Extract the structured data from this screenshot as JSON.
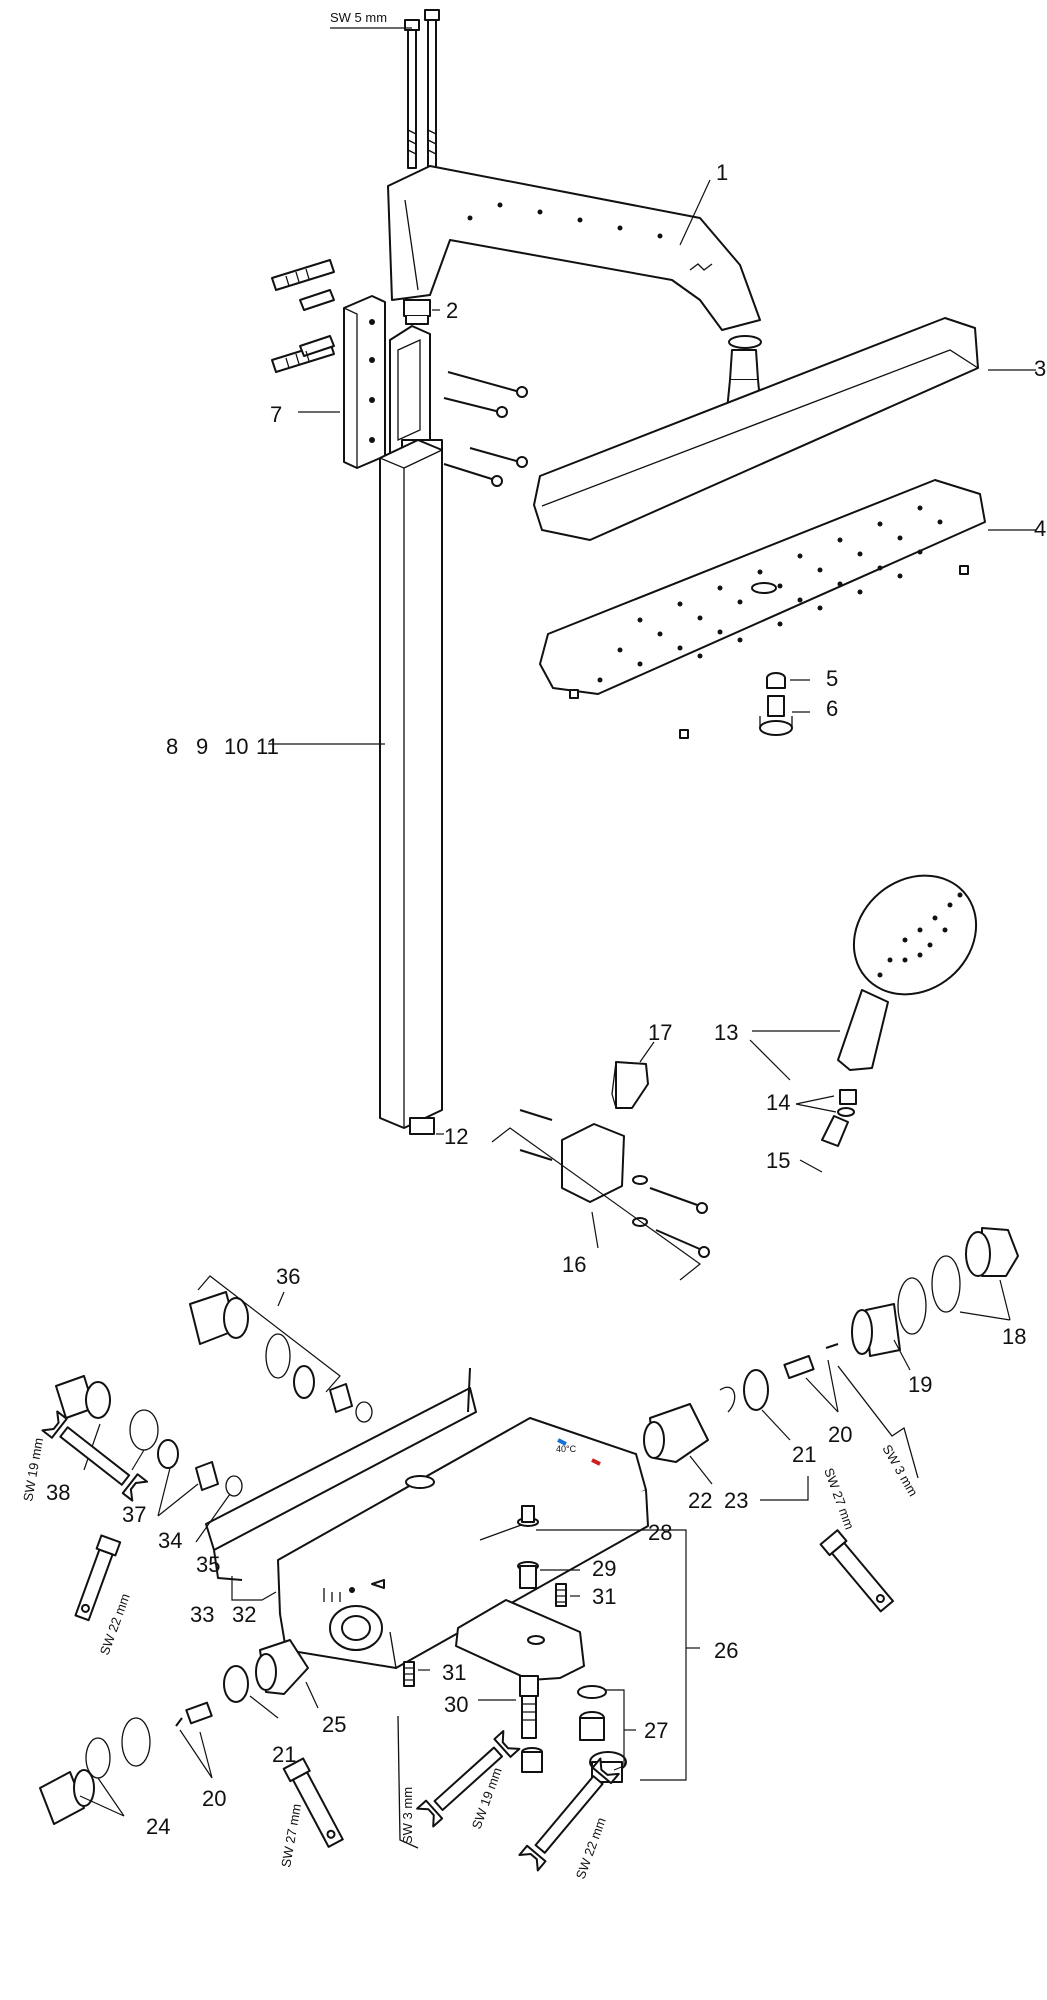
{
  "labels": {
    "l1": "1",
    "l2": "2",
    "l3": "3",
    "l4": "4",
    "l5": "5",
    "l6": "6",
    "l7": "7",
    "l8": "8",
    "l9": "9",
    "l10": "10",
    "l11": "11",
    "l12": "12",
    "l13": "13",
    "l14": "14",
    "l15": "15",
    "l16": "16",
    "l17": "17",
    "l18": "18",
    "l19": "19",
    "l20a": "20",
    "l20b": "20",
    "l21a": "21",
    "l21b": "21",
    "l22": "22",
    "l23": "23",
    "l24": "24",
    "l25": "25",
    "l26": "26",
    "l27": "27",
    "l28": "28",
    "l29": "29",
    "l30": "30",
    "l31a": "31",
    "l31b": "31",
    "l32": "32",
    "l33": "33",
    "l34": "34",
    "l35": "35",
    "l36": "36",
    "l37": "37",
    "l38": "38"
  },
  "tools": {
    "sw5": "SW 5 mm",
    "sw19a": "SW 19 mm",
    "sw22a": "SW 22 mm",
    "sw3a": "SW 3 mm",
    "sw27a": "SW 27 mm",
    "sw27b": "SW 27 mm",
    "sw3b": "SW 3 mm",
    "sw19b": "SW 19 mm",
    "sw22b": "SW 22 mm"
  },
  "thermostat_mark": "40°C"
}
